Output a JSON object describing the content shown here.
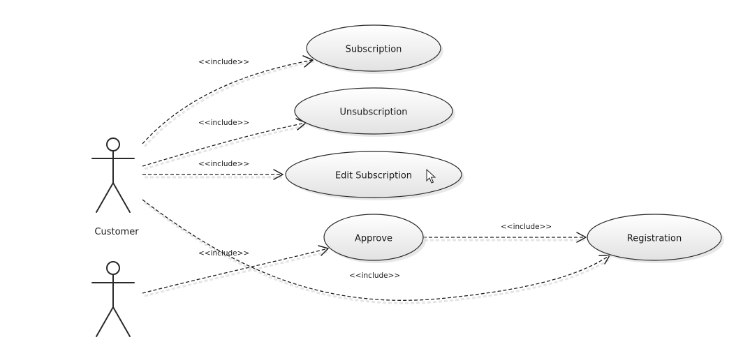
{
  "diagram": {
    "actors": [
      {
        "id": "customer",
        "label": "Customer"
      },
      {
        "id": "actor2",
        "label": ""
      }
    ],
    "use_cases": [
      {
        "id": "subscription",
        "label": "Subscription"
      },
      {
        "id": "unsubscription",
        "label": "Unsubscription"
      },
      {
        "id": "edit_subscription",
        "label": "Edit Subscription"
      },
      {
        "id": "approve",
        "label": "Approve"
      },
      {
        "id": "registration",
        "label": "Registration"
      }
    ],
    "relations": [
      {
        "from": "customer",
        "to": "subscription",
        "stereotype": "<<include>>"
      },
      {
        "from": "customer",
        "to": "unsubscription",
        "stereotype": "<<include>>"
      },
      {
        "from": "customer",
        "to": "edit_subscription",
        "stereotype": "<<include>>"
      },
      {
        "from": "actor2",
        "to": "approve",
        "stereotype": "<<include>>"
      },
      {
        "from": "approve",
        "to": "registration",
        "stereotype": "<<include>>"
      },
      {
        "from": "customer",
        "to": "registration",
        "stereotype": "<<include>>"
      }
    ],
    "colors": {
      "ellipse_fill_top": "#ffffff",
      "ellipse_fill_bottom": "#e2e2e2",
      "line": "#1e1e1e"
    }
  },
  "cursor": {
    "icon": "mouse-pointer-icon"
  }
}
